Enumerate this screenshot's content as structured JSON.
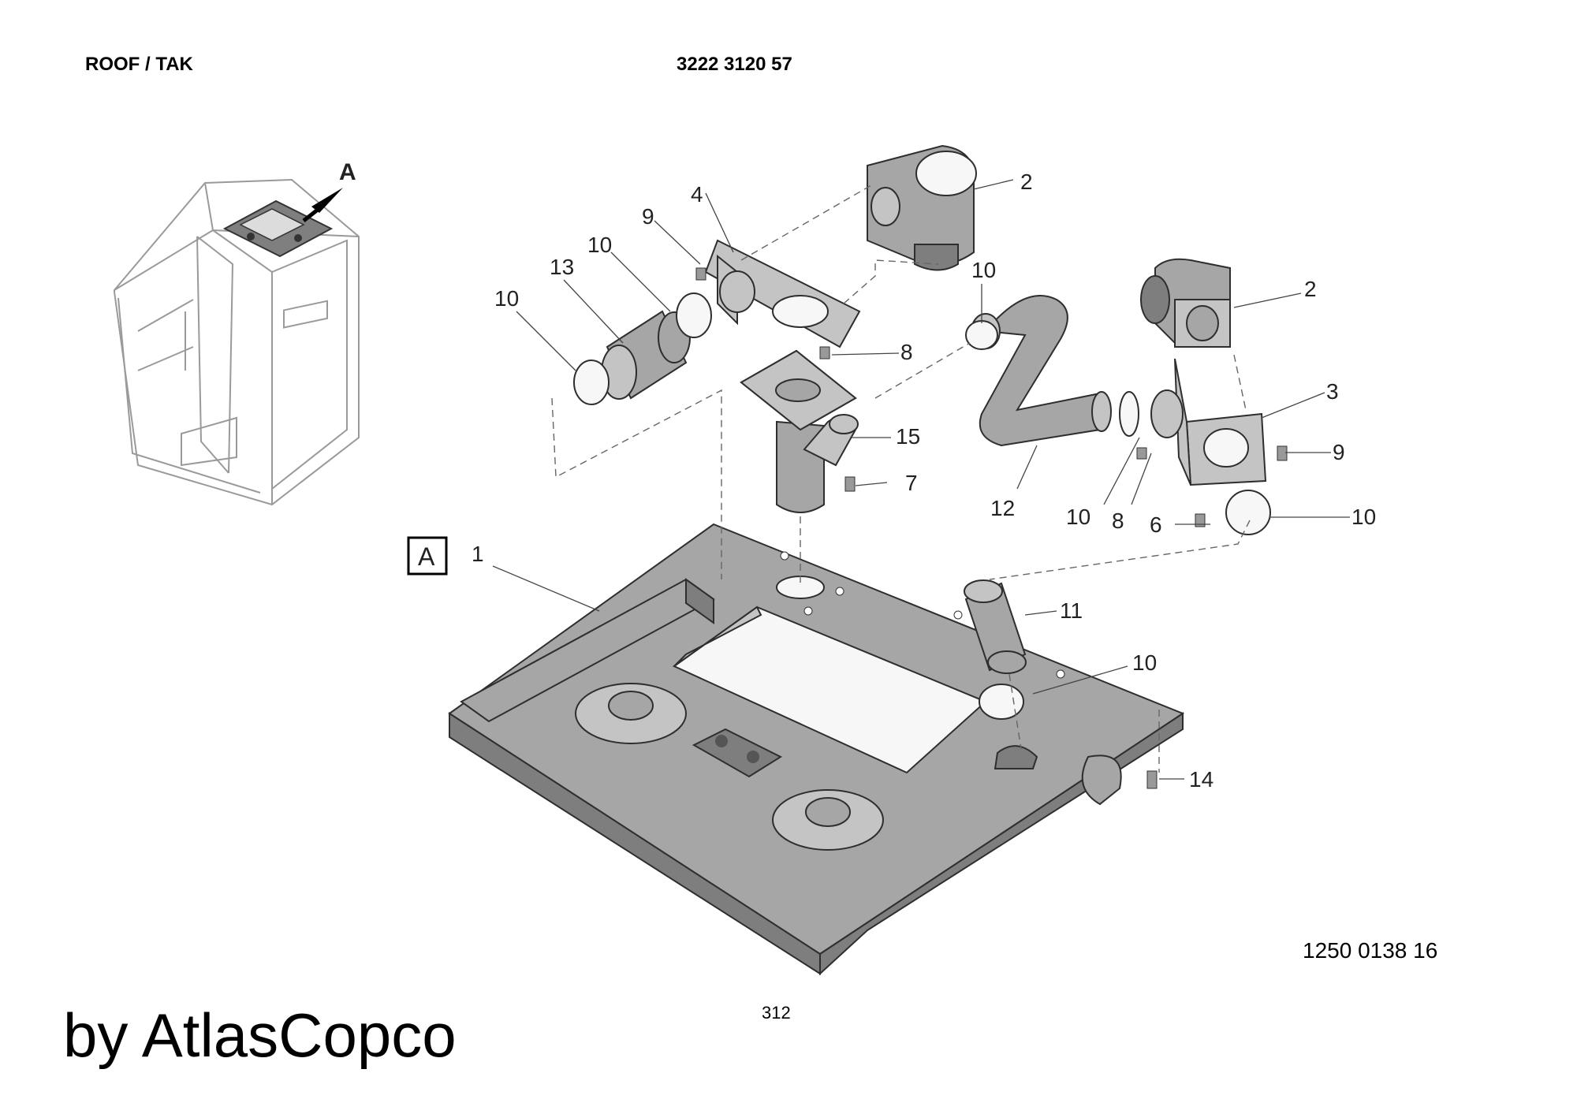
{
  "header": {
    "title": "ROOF / TAK",
    "part_number": "3222 3120 57"
  },
  "figure_number": "1250 0138 16",
  "page_number": "312",
  "brand": "by AtlasCopco",
  "detail_marker": "A",
  "overview_label": "A",
  "callouts": {
    "roof_panel": "1",
    "fan_left": "2",
    "fan_right": "2",
    "bracket_right": "3",
    "bracket_left": "4",
    "screw_6": "6",
    "screw_7": "7",
    "screw_8_left": "8",
    "screw_8_right": "8",
    "screw_9_left": "9",
    "screw_9_right": "9",
    "clamp_10_a": "10",
    "clamp_10_b": "10",
    "clamp_10_c": "10",
    "clamp_10_d": "10",
    "clamp_10_e": "10",
    "clamp_10_f": "10",
    "hose_11": "11",
    "hose_12": "12",
    "hose_13": "13",
    "screw_14": "14",
    "duct_15": "15"
  }
}
